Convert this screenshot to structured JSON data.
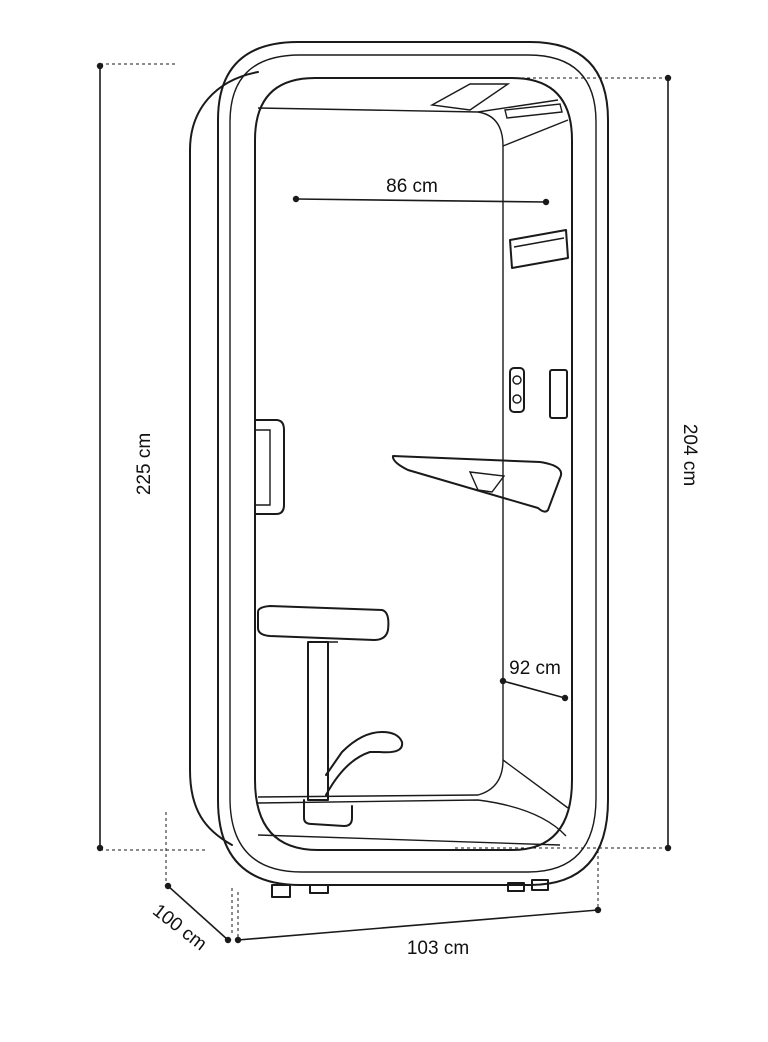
{
  "dimensions": {
    "total_height": "225 cm",
    "inner_height": "204 cm",
    "inner_width": "86 cm",
    "inner_depth": "92 cm",
    "depth": "100 cm",
    "width": "103 cm"
  },
  "colors": {
    "line": "#1a1a1a",
    "background": "#ffffff"
  }
}
